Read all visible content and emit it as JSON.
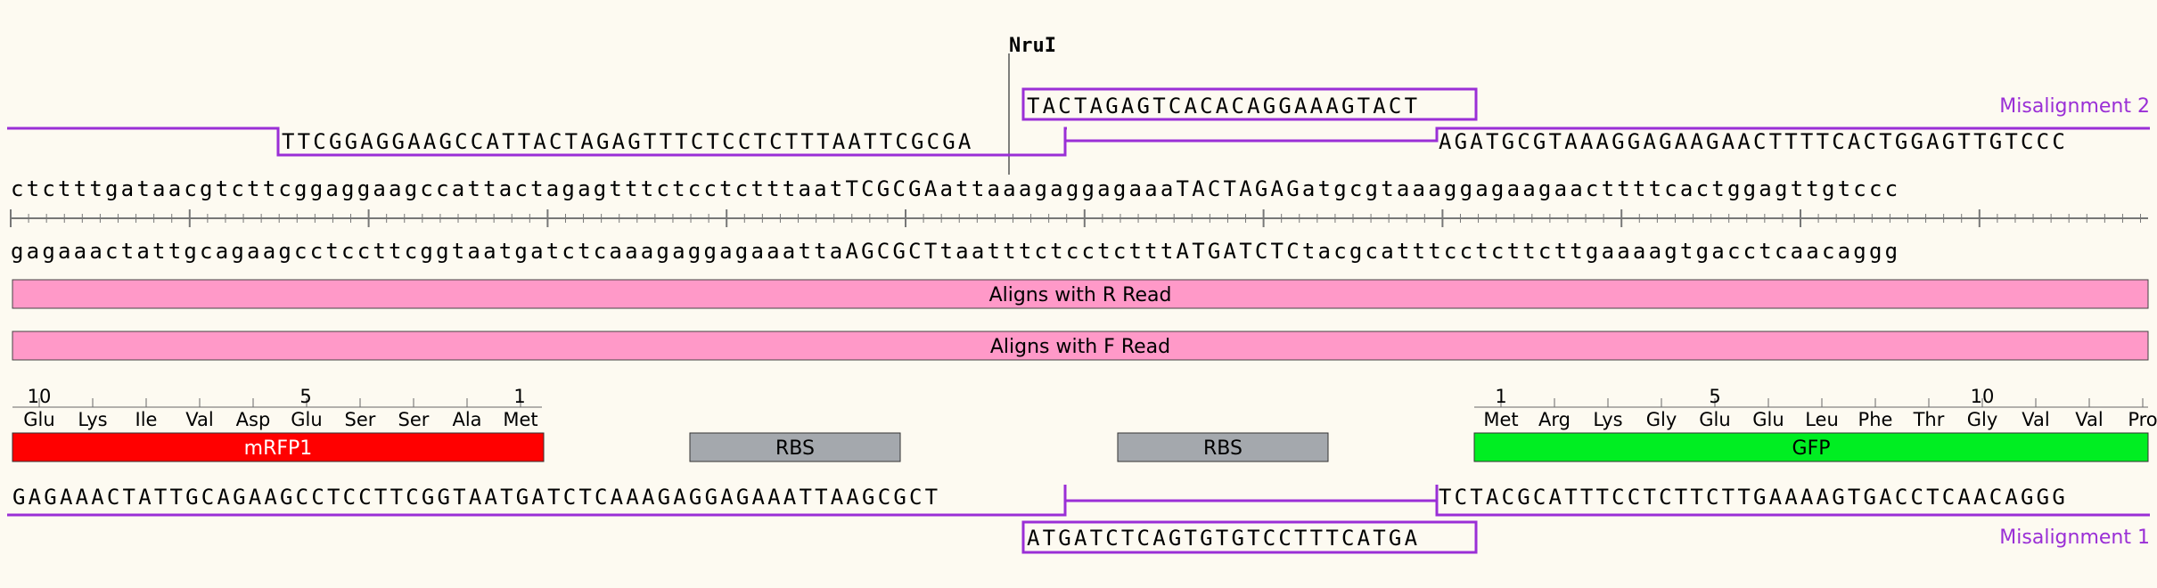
{
  "enzyme": {
    "name": "NruI"
  },
  "misalignment_2": {
    "label": "Misalignment 2",
    "upper_insert": "TACTAGAGTCACACAGGAAAGTACT",
    "left_seq": "TTCGGAGGAAGCCATTACTAGAGTTTCTCCTCTTTAATTCGCGA",
    "right_seq": "AGATGCGTAAAGGAGAAGAACTTTTCACTGGAGTTGTCCC"
  },
  "reference": {
    "top_strand": "ctctttgataacgtcttcggaggaagccattactagagtttctcctctttaatTCGCGAattaaagaggagaaaTACTAGAGatgcgtaaaggagaagaacttttcactggagttgtccc",
    "bottom_strand": "gagaaactattgcagaagcctccttcggtaatgatctcaaagaggagaaattaAGCGCTtaatttctcctctttATGATCTCtacgcatttcctcttcttgaaaagtgacctcaacaggg"
  },
  "reads": [
    {
      "label": "Aligns with R Read"
    },
    {
      "label": "Aligns with F Read"
    }
  ],
  "features": {
    "mrfp1": {
      "label": "mRFP1",
      "color": "#ff0000",
      "numbers": [
        "10",
        "5",
        "1"
      ],
      "amino_acids": [
        "Glu",
        "Lys",
        "Ile",
        "Val",
        "Asp",
        "Glu",
        "Ser",
        "Ser",
        "Ala",
        "Met"
      ]
    },
    "rbs": [
      {
        "label": "RBS"
      },
      {
        "label": "RBS"
      }
    ],
    "gfp": {
      "label": "GFP",
      "color": "#00ee22",
      "numbers": [
        "1",
        "5",
        "10"
      ],
      "amino_acids": [
        "Met",
        "Arg",
        "Lys",
        "Gly",
        "Glu",
        "Glu",
        "Leu",
        "Phe",
        "Thr",
        "Gly",
        "Val",
        "Val",
        "Pro"
      ]
    }
  },
  "misalignment_1": {
    "label": "Misalignment 1",
    "left_seq": "GAGAAACTATTGCAGAAGCCTCCTTCGGTAATGATCTCAAAGAGGAGAAATTAAGCGCT",
    "right_seq": "TCTACGCATTTCCTCTTCTTGAAAAGTGACCTCAACAGGG",
    "lower_insert": "ATGATCTCAGTGTGTCCTTTCATGA"
  },
  "colors": {
    "misalignment": "#9a2fd6",
    "read_bar": "#ff99c8",
    "rbs": "#a4a8ad",
    "background": "#fdfaf1"
  }
}
